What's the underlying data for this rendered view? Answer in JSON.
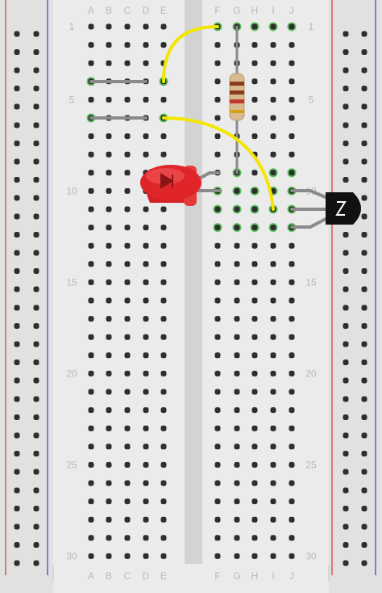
{
  "breadboard": {
    "column_labels_left": [
      "A",
      "B",
      "C",
      "D",
      "E"
    ],
    "column_labels_right": [
      "F",
      "G",
      "H",
      "I",
      "J"
    ],
    "row_numbers": [
      "1",
      "5",
      "10",
      "15",
      "20",
      "25",
      "30"
    ],
    "row_count": 30
  },
  "components": {
    "resistor": {
      "icon": "resistor-icon",
      "band_colors": [
        "#8b3a1a",
        "#8b3a1a",
        "#c0392b",
        "#d4a017"
      ]
    },
    "led": {
      "icon": "led-icon",
      "color": "#e0252a"
    },
    "transistor": {
      "icon": "transistor-icon",
      "color": "#111111"
    },
    "jumper_color": "#f2e600",
    "wire_color": "#8a8a8a",
    "rail_red": "#d33a2c",
    "rail_blue": "#3341c2",
    "highlight_color": "#5fc15f"
  }
}
